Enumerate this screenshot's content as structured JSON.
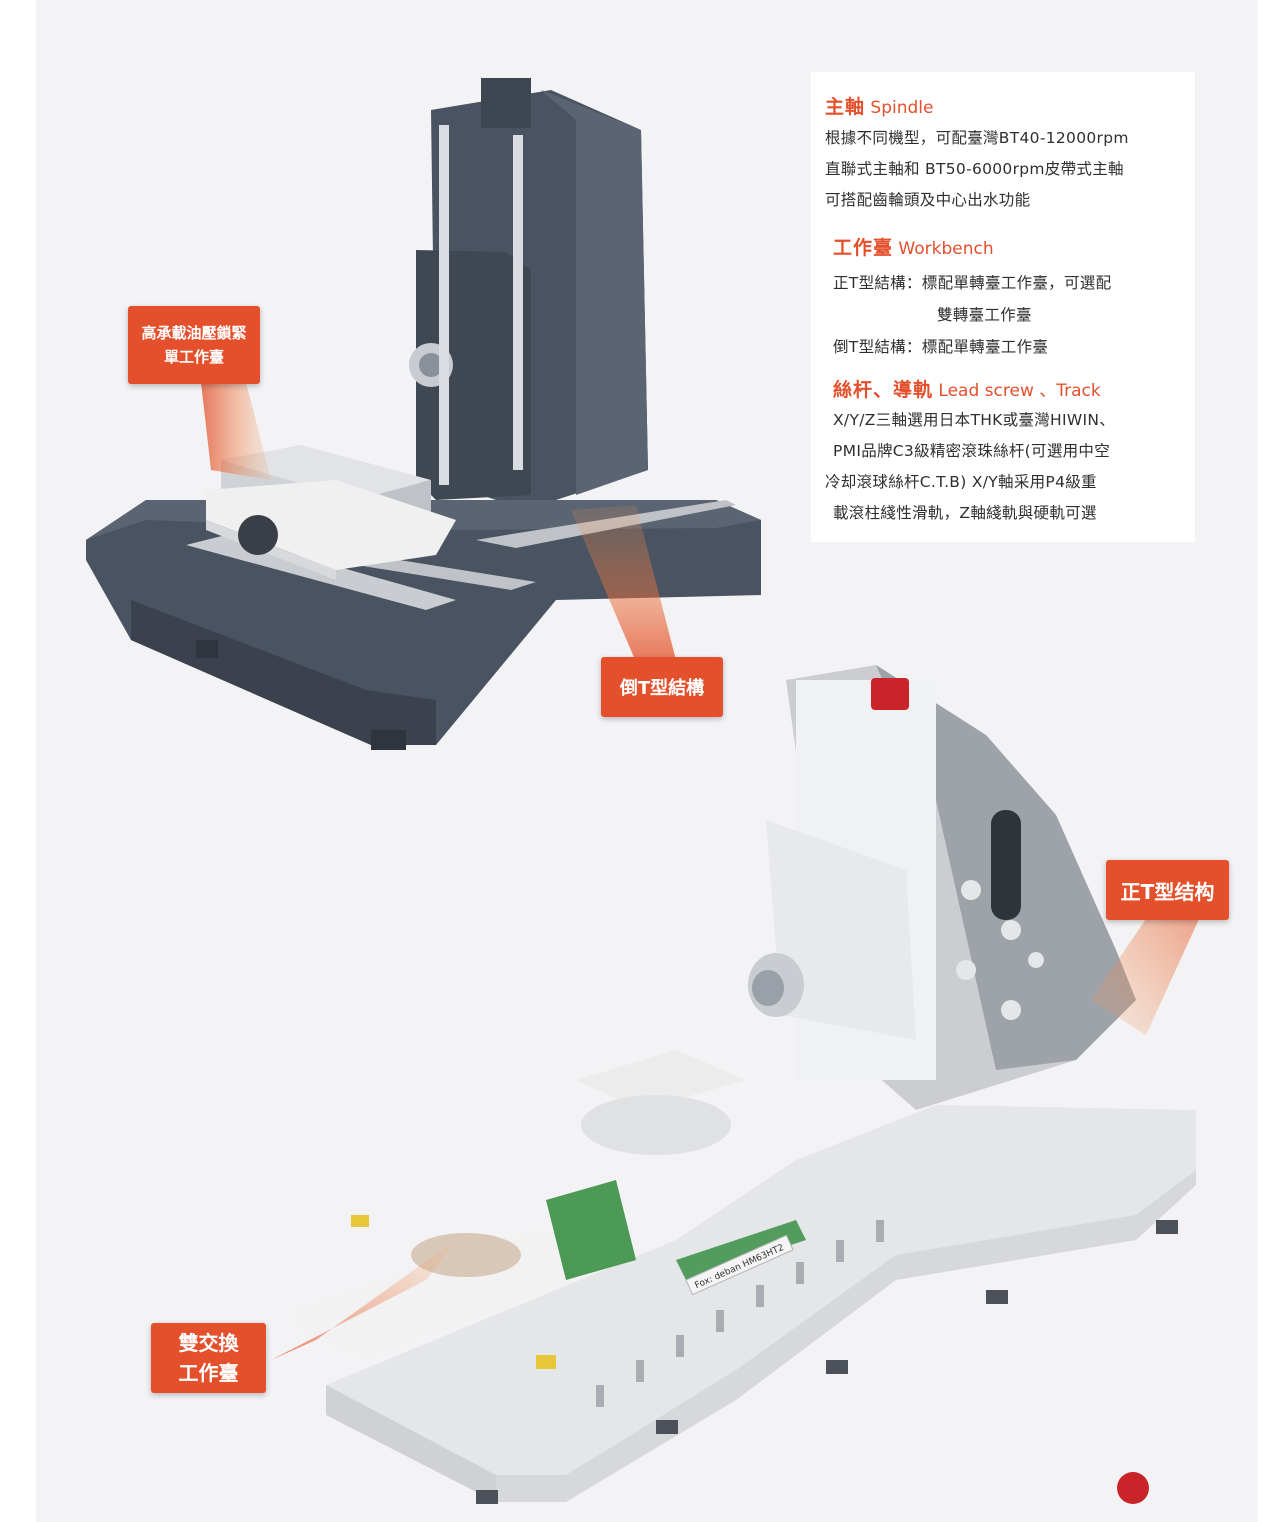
{
  "callouts": {
    "top_left": [
      "高承載油壓鎖緊",
      "單工作臺"
    ],
    "inverted_t": "倒T型結構",
    "upright_t": "正T型结构",
    "dual": [
      "雙交換",
      "工作臺"
    ]
  },
  "spindle": {
    "title_cjk": "主軸",
    "title_en": "Spindle",
    "lines": [
      "根據不同機型，可配臺灣BT40-12000rpm",
      "直聯式主軸和 BT50-6000rpm皮帶式主軸",
      "可搭配齒輪頭及中心出水功能"
    ]
  },
  "workbench": {
    "title_cjk": "工作臺",
    "title_en": "Workbench",
    "upright_label": "正T型結構：",
    "upright_text": "標配單轉臺工作臺，可選配",
    "upright_text2": "雙轉臺工作臺",
    "inverted_label": "倒T型結構：",
    "inverted_text": "標配單轉臺工作臺"
  },
  "leadscrew": {
    "title_cjk": "絲杆、導軌",
    "title_en": "Lead screw 、Track",
    "lines": [
      "X/Y/Z三軸選用日本THK或臺灣HIWIN、",
      "PMI品牌C3級精密滾珠絲杆(可選用中空",
      "冷却滾球絲杆C.T.B) X/Y軸采用P4級重",
      "載滾柱綫性滑軌，Z軸綫軌與硬軌可選"
    ]
  },
  "machine_plate_text": "Fox: deban HM63HT2",
  "colors": {
    "accent": "#e4502b",
    "machine_dark": "#4a5361",
    "machine_light": "#ececec"
  }
}
